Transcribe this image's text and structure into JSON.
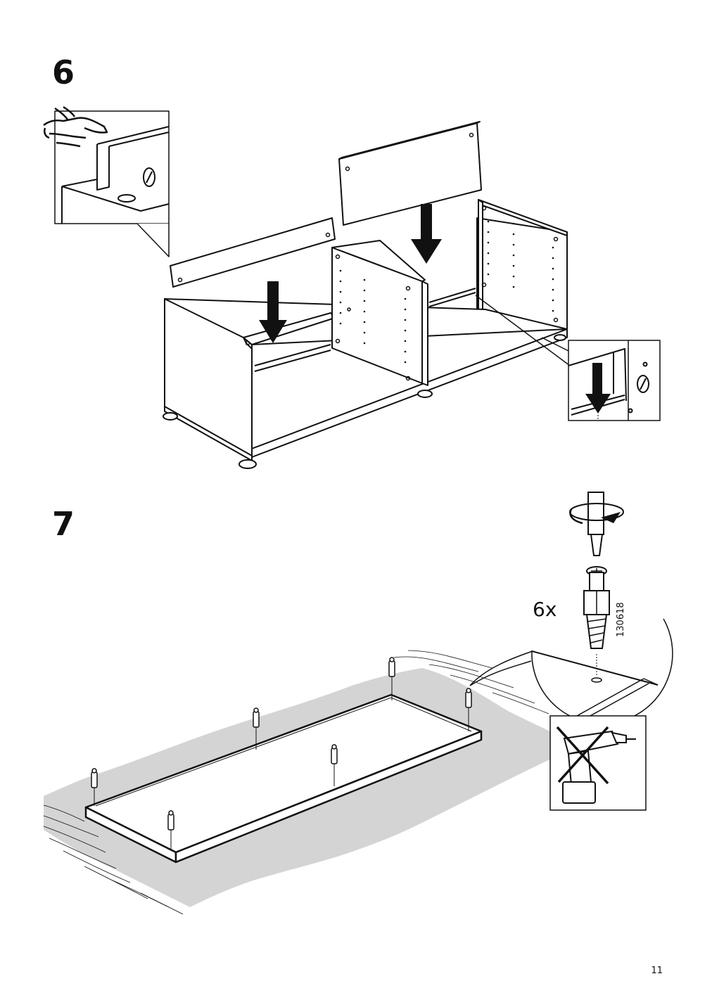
{
  "page": {
    "page_number": "11"
  },
  "step6": {
    "number": "6",
    "icons": [
      "hand-press-icon",
      "down-arrow-icon",
      "magnifier-callout"
    ]
  },
  "step7": {
    "number": "7",
    "quantity_label": "6x",
    "part_number": "130618",
    "icons": [
      "screwdriver-rotate-icon",
      "cam-dowel-icon",
      "no-power-drill-icon"
    ]
  },
  "colors": {
    "ink": "#111111",
    "carpet": "#d4d4d4",
    "paper": "#ffffff"
  }
}
